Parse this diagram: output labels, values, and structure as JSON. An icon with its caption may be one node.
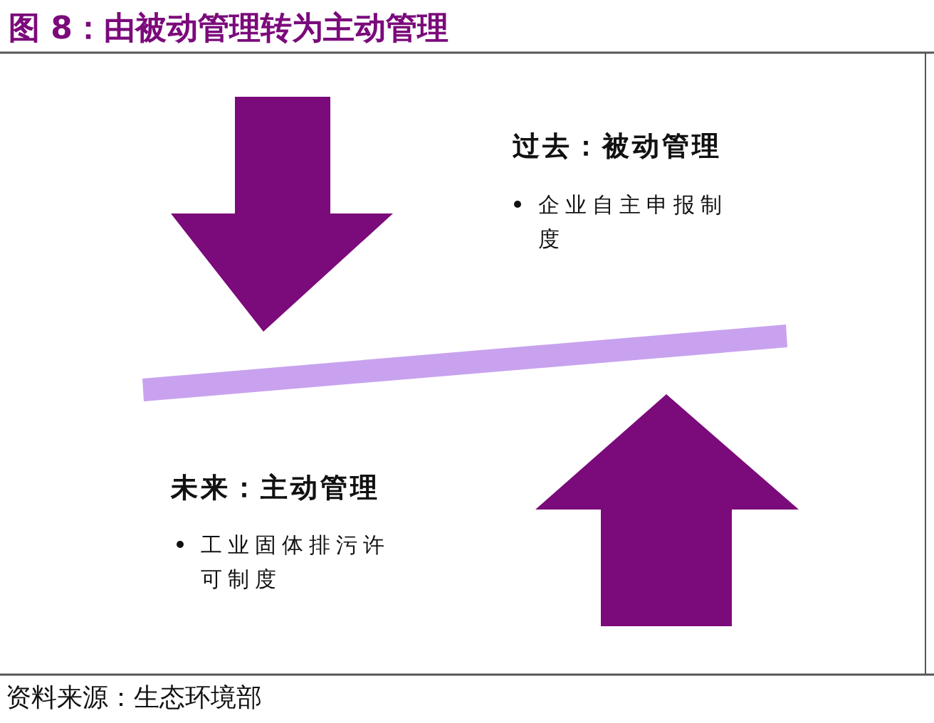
{
  "diagram": {
    "title": "图 8：由被动管理转为主动管理",
    "caption": "资料来源：生态环境部",
    "labels": [
      "过去：被动管理",
      "企业自主申报制度",
      "未来：主动管理",
      "工业固体排污许可制度"
    ]
  }
}
